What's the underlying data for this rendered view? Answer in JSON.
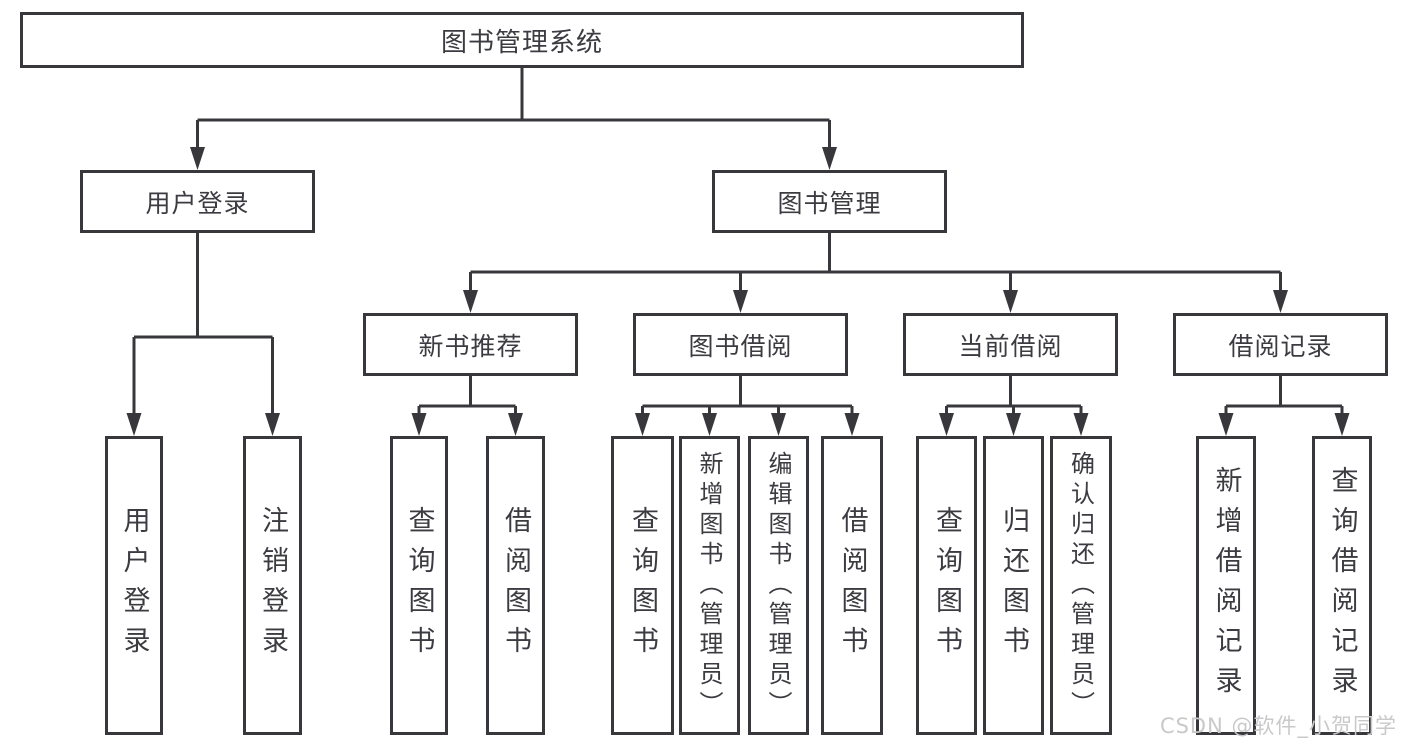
{
  "nodes": {
    "root": {
      "label": "图书管理系统"
    },
    "level2": [
      {
        "label": "用户登录"
      },
      {
        "label": "图书管理"
      }
    ],
    "level3": [
      {
        "label": "新书推荐",
        "parent": "图书管理"
      },
      {
        "label": "图书借阅",
        "parent": "图书管理"
      },
      {
        "label": "当前借阅",
        "parent": "图书管理"
      },
      {
        "label": "借阅记录",
        "parent": "图书管理"
      }
    ],
    "leaves": [
      {
        "label": "用户登录",
        "parent": "用户登录"
      },
      {
        "label": "注销登录",
        "parent": "用户登录"
      },
      {
        "label": "查询图书",
        "parent": "新书推荐"
      },
      {
        "label": "借阅图书",
        "parent": "新书推荐"
      },
      {
        "label": "查询图书",
        "parent": "图书借阅"
      },
      {
        "label": "新增图书（管理员）",
        "parent": "图书借阅"
      },
      {
        "label": "编辑图书（管理员）",
        "parent": "图书借阅"
      },
      {
        "label": "借阅图书",
        "parent": "图书借阅"
      },
      {
        "label": "查询图书",
        "parent": "当前借阅"
      },
      {
        "label": "归还图书",
        "parent": "当前借阅"
      },
      {
        "label": "确认归还（管理员）",
        "parent": "当前借阅"
      },
      {
        "label": "新增借阅记录",
        "parent": "借阅记录"
      },
      {
        "label": "查询借阅记录",
        "parent": "借阅记录"
      }
    ]
  },
  "watermark": {
    "text": "CSDN @软件_小贺同学"
  },
  "colors": {
    "line": "#38383c",
    "text": "#3b3b41",
    "background": "#ffffff",
    "watermark": "#c9c9c9"
  }
}
